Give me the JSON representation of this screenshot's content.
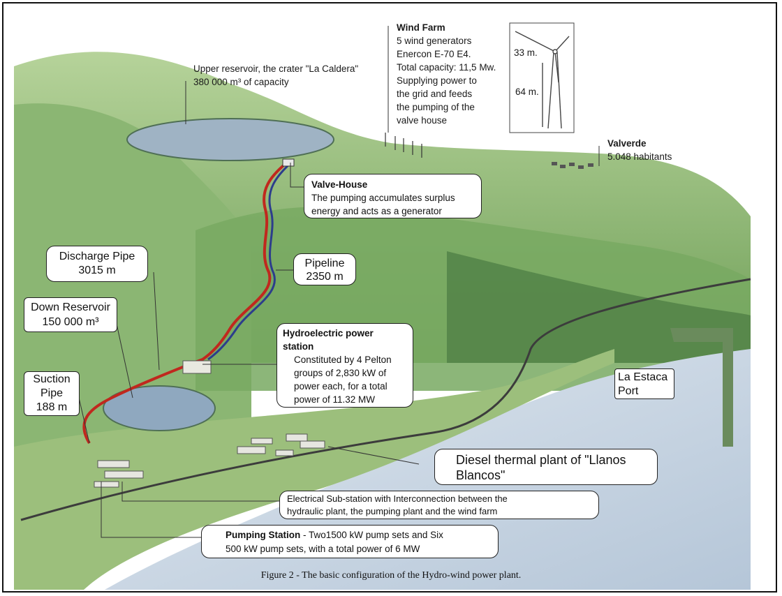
{
  "figure": {
    "caption": "Figure 2 - The basic configuration of the Hydro-wind power plant."
  },
  "labels": {
    "upper_reservoir": {
      "line1": "Upper reservoir, the crater \"La Caldera\"",
      "line2": "380 000 m³ of capacity"
    },
    "wind_farm": {
      "title": "Wind Farm",
      "lines": [
        "5 wind generators",
        "Enercon E-70 E4.",
        "Total capacity: 11,5 Mw.",
        "Supplying power to",
        "the grid and feeds",
        "the pumping of the",
        "valve house"
      ],
      "rotor_height": "33 m.",
      "tower_height": "64 m."
    },
    "valverde": {
      "title": "Valverde",
      "habitants": "5.048 habitants"
    },
    "valve_house": {
      "title": "Valve-House",
      "line1": "The pumping accumulates surplus",
      "line2": "energy and acts as a generator"
    },
    "discharge_pipe": {
      "line1": "Discharge Pipe",
      "line2": "3015 m"
    },
    "pipeline": {
      "line1": "Pipeline",
      "line2": "2350 m"
    },
    "down_reservoir": {
      "line1": "Down Reservoir",
      "line2": "150 000 m³"
    },
    "hydro_station": {
      "title1": "Hydroelectric power",
      "title2": "station",
      "lines": [
        "Constituted by 4 Pelton",
        "groups of 2,830 kW of",
        "power each, for a total",
        "power of 11.32 MW"
      ]
    },
    "suction_pipe": {
      "line1": "Suction",
      "line2": "Pipe",
      "line3": "188 m"
    },
    "la_estaca": {
      "line1": "La Estaca",
      "line2": "Port"
    },
    "diesel": {
      "line1": "Diesel thermal plant of \"Llanos",
      "line2": "Blancos\""
    },
    "substation": {
      "line1": "Electrical Sub-station with Interconnection between the",
      "line2": "hydraulic plant, the pumping plant and the wind farm"
    },
    "pumping": {
      "title": "Pumping Station",
      "rest1": " - Two1500 kW pump sets and Six",
      "line2": "500 kW pump sets, with a total power of 6 MW"
    }
  },
  "colors": {
    "hill_light": "#a8c98a",
    "hill_mid": "#7fae66",
    "hill_dark": "#4f7f43",
    "sea": "#c9d6e4",
    "reservoir": "#8fa8bf",
    "pipe_red": "#c0281e",
    "pipe_blue": "#2c3d8c"
  }
}
